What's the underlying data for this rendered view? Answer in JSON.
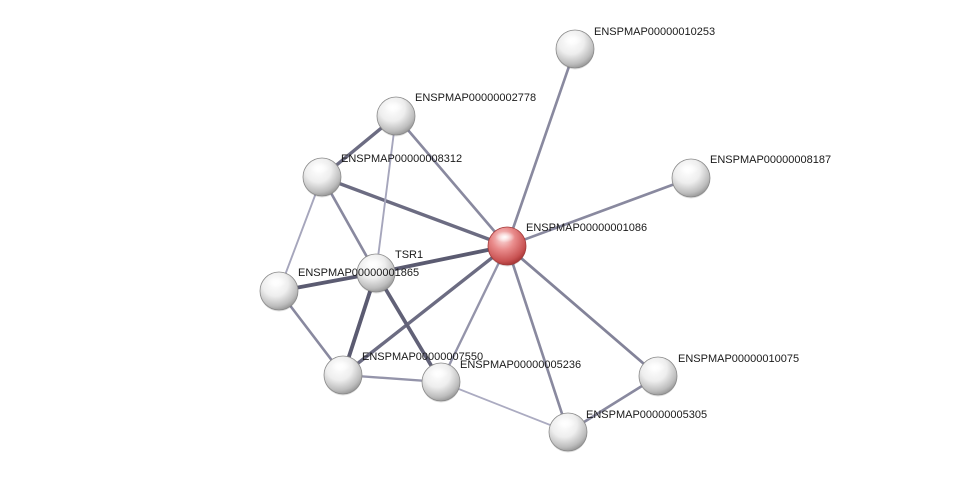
{
  "nodes": [
    {
      "id": "n1086",
      "label": "ENSPMAP00000001086",
      "query": true
    },
    {
      "id": "n10253",
      "label": "ENSPMAP00000010253",
      "query": false
    },
    {
      "id": "n8187",
      "label": "ENSPMAP00000008187",
      "query": false
    },
    {
      "id": "n2778",
      "label": "ENSPMAP00000002778",
      "query": false
    },
    {
      "id": "n8312",
      "label": "ENSPMAP00000008312",
      "query": false
    },
    {
      "id": "nTSR1",
      "label": "TSR1",
      "query": false
    },
    {
      "id": "n1865",
      "label": "ENSPMAP00000001865",
      "query": false
    },
    {
      "id": "n7550",
      "label": "ENSPMAP00000007550",
      "query": false
    },
    {
      "id": "n5236",
      "label": "ENSPMAP00000005236",
      "query": false
    },
    {
      "id": "n10075",
      "label": "ENSPMAP00000010075",
      "query": false
    },
    {
      "id": "n5305",
      "label": "ENSPMAP00000005305",
      "query": false
    }
  ],
  "edges": [
    {
      "source": "n1086",
      "target": "n10253",
      "strength": 0.55
    },
    {
      "source": "n1086",
      "target": "n8187",
      "strength": 0.55
    },
    {
      "source": "n1086",
      "target": "n2778",
      "strength": 0.55
    },
    {
      "source": "n1086",
      "target": "n8312",
      "strength": 0.8
    },
    {
      "source": "n1086",
      "target": "nTSR1",
      "strength": 0.95
    },
    {
      "source": "n1086",
      "target": "n7550",
      "strength": 0.8
    },
    {
      "source": "n1086",
      "target": "n5236",
      "strength": 0.45
    },
    {
      "source": "n1086",
      "target": "n5305",
      "strength": 0.55
    },
    {
      "source": "n1086",
      "target": "n10075",
      "strength": 0.6
    },
    {
      "source": "n2778",
      "target": "n8312",
      "strength": 0.8
    },
    {
      "source": "n2778",
      "target": "nTSR1",
      "strength": 0.3
    },
    {
      "source": "n8312",
      "target": "n1865",
      "strength": 0.3
    },
    {
      "source": "n8312",
      "target": "nTSR1",
      "strength": 0.55
    },
    {
      "source": "n1865",
      "target": "nTSR1",
      "strength": 0.95
    },
    {
      "source": "n1865",
      "target": "n7550",
      "strength": 0.55
    },
    {
      "source": "nTSR1",
      "target": "n7550",
      "strength": 0.95
    },
    {
      "source": "nTSR1",
      "target": "n5236",
      "strength": 0.9
    },
    {
      "source": "n7550",
      "target": "n5236",
      "strength": 0.45
    },
    {
      "source": "n5236",
      "target": "n5305",
      "strength": 0.25
    },
    {
      "source": "n5305",
      "target": "n10075",
      "strength": 0.55
    }
  ]
}
